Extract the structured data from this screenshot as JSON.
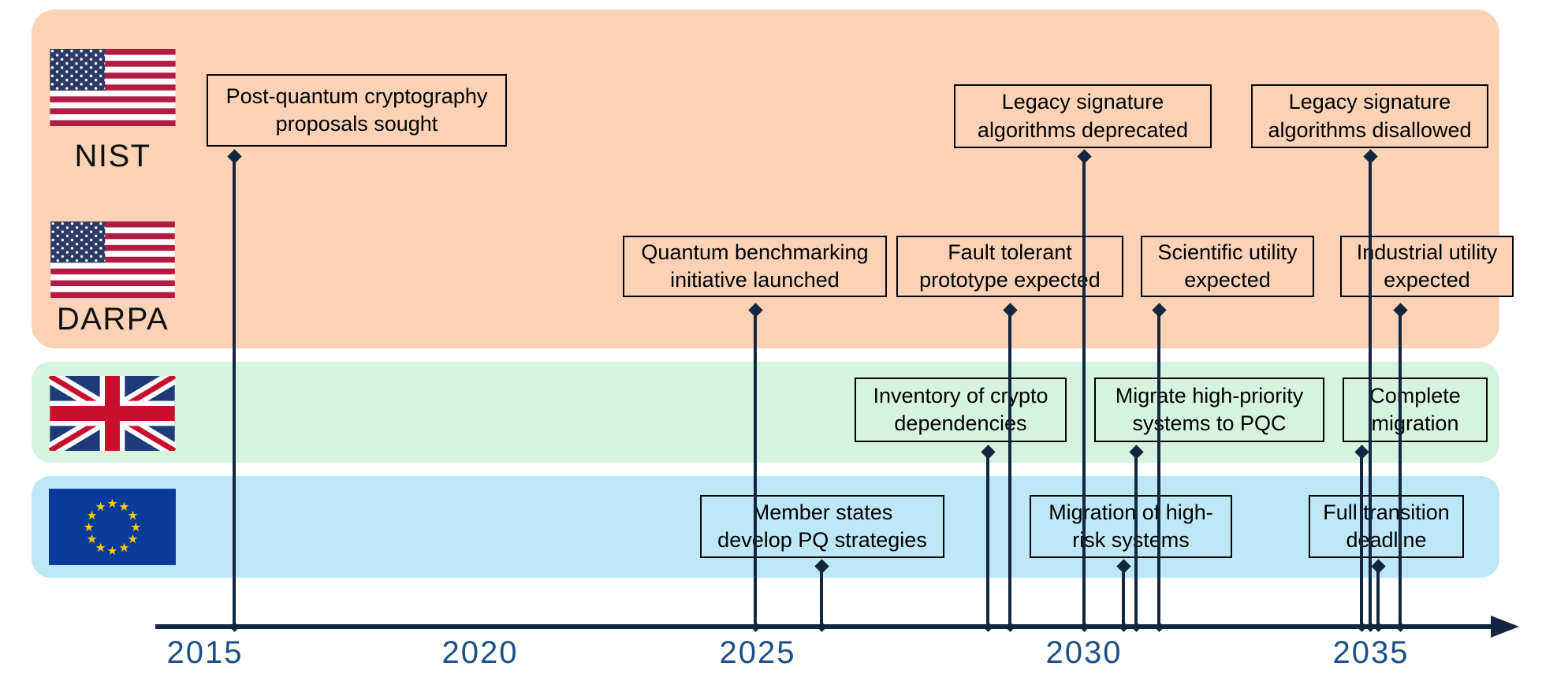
{
  "title": "Post-quantum / quantum computing milestones timeline",
  "colors": {
    "nist_darpa_band": "#FBD2B5",
    "uk_band": "#D6F3E0",
    "eu_band": "#BCE7F6",
    "connector_line": "#13263F",
    "year_label_text": "#1C4E87",
    "event_box_border": "#000000"
  },
  "axis": {
    "years": [
      "2015",
      "2020",
      "2025",
      "2030",
      "2035"
    ]
  },
  "rows": [
    {
      "org": "NIST",
      "flag": "us-flag",
      "events": [
        {
          "label": "Post-quantum cryptography\nproposals sought",
          "year_approx": 2016
        },
        {
          "label": "Legacy signature\nalgorithms deprecated",
          "year_approx": 2030
        },
        {
          "label": "Legacy signature\nalgorithms disallowed",
          "year_approx": 2035
        }
      ]
    },
    {
      "org": "DARPA",
      "flag": "us-flag",
      "events": [
        {
          "label": "Quantum benchmarking\ninitiative launched",
          "year_approx": 2025
        },
        {
          "label": "Fault tolerant\nprototype expected",
          "year_approx": 2029
        },
        {
          "label": "Scientific utility\nexpected",
          "year_approx": 2031
        },
        {
          "label": "Industrial utility\nexpected",
          "year_approx": 2035
        }
      ]
    },
    {
      "org": "",
      "flag": "uk-flag",
      "events": [
        {
          "label": "Inventory of crypto\ndependencies",
          "year_approx": 2028
        },
        {
          "label": "Migrate high-priority\nsystems to PQC",
          "year_approx": 2031
        },
        {
          "label": "Complete\nmigration",
          "year_approx": 2035
        }
      ]
    },
    {
      "org": "",
      "flag": "eu-flag",
      "events": [
        {
          "label": "Member states\ndevelop PQ strategies",
          "year_approx": 2026
        },
        {
          "label": "Migration of high-\nrisk systems",
          "year_approx": 2031
        },
        {
          "label": "Full transition\ndeadline",
          "year_approx": 2035
        }
      ]
    }
  ]
}
